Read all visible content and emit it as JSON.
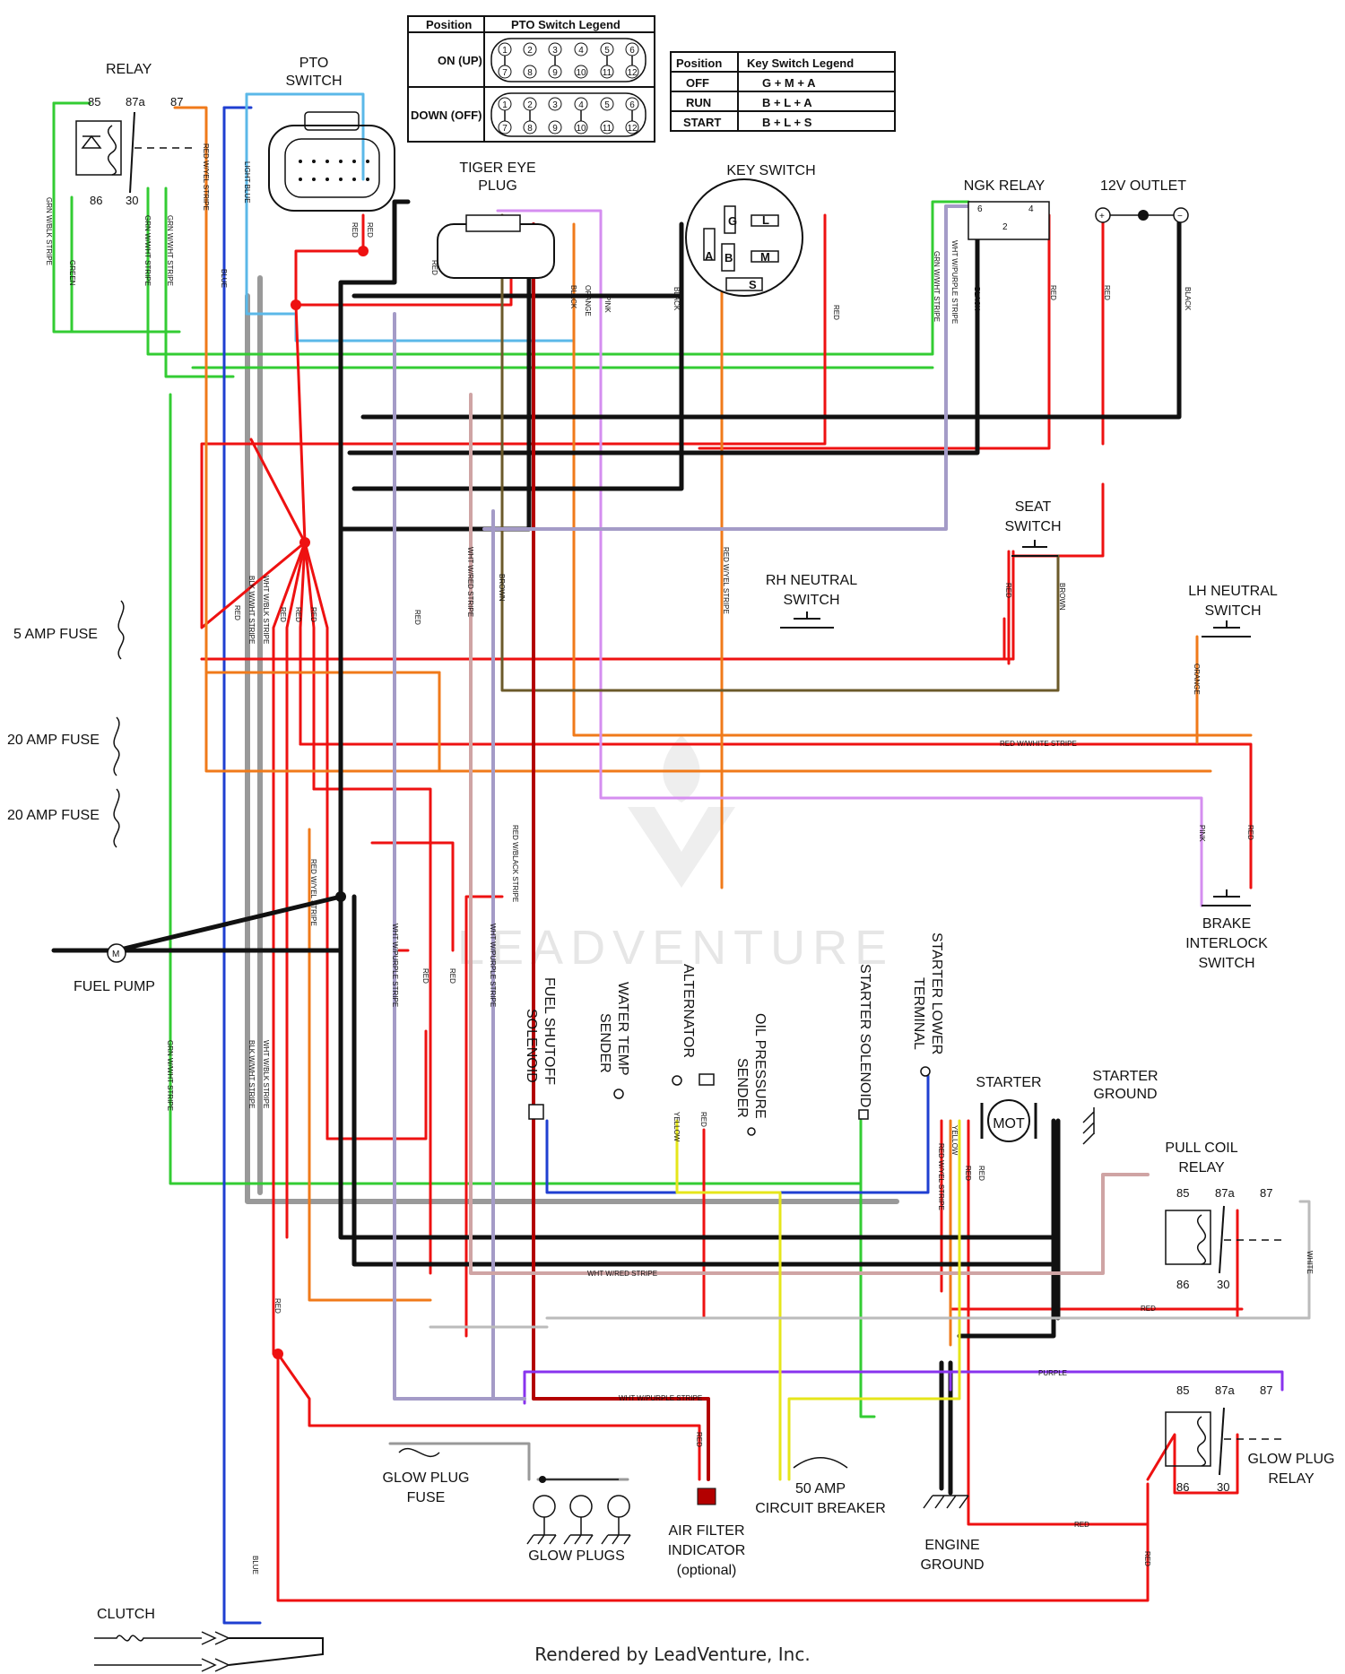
{
  "pto_legend": {
    "header": [
      "Position",
      "PTO Switch Legend"
    ],
    "rows": [
      {
        "position": "ON (UP)",
        "top": [
          "1",
          "2",
          "3",
          "4",
          "5",
          "6"
        ],
        "bottom": [
          "7",
          "8",
          "9",
          "10",
          "11",
          "12"
        ]
      },
      {
        "position": "DOWN (OFF)",
        "top": [
          "1",
          "2",
          "3",
          "4",
          "5",
          "6"
        ],
        "bottom": [
          "7",
          "8",
          "9",
          "10",
          "11",
          "12"
        ]
      }
    ]
  },
  "key_legend": {
    "header": [
      "Position",
      "Key Switch Legend"
    ],
    "rows": [
      {
        "position": "OFF",
        "value": "G + M + A"
      },
      {
        "position": "RUN",
        "value": "B + L + A"
      },
      {
        "position": "START",
        "value": "B + L + S"
      }
    ]
  },
  "components": {
    "relay": "RELAY",
    "pto_switch": [
      "PTO",
      "SWITCH"
    ],
    "tiger_eye": [
      "TIGER EYE",
      "PLUG"
    ],
    "key_switch": "KEY SWITCH",
    "ngk_relay": "NGK RELAY",
    "outlet": "12V OUTLET",
    "seat_switch": [
      "SEAT",
      "SWITCH"
    ],
    "rh_neutral": [
      "RH NEUTRAL",
      "SWITCH"
    ],
    "lh_neutral": [
      "LH NEUTRAL",
      "SWITCH"
    ],
    "brake_interlock": [
      "BRAKE",
      "INTERLOCK",
      "SWITCH"
    ],
    "fuse5": "5 AMP FUSE",
    "fuse20a": "20 AMP FUSE",
    "fuse20b": "20 AMP FUSE",
    "fuel_pump": "FUEL PUMP",
    "fuel_shutoff": [
      "FUEL SHUTOFF",
      "SOLENOID"
    ],
    "water_temp": [
      "WATER TEMP",
      "SENDER"
    ],
    "alternator": "ALTERNATOR",
    "oil_pressure": [
      "OIL PRESSURE",
      "SENDER"
    ],
    "starter_solenoid": "STARTER SOLENOID",
    "starter_lower": [
      "STARTER LOWER",
      "TERMINAL"
    ],
    "starter": "STARTER",
    "starter_ground": [
      "STARTER",
      "GROUND"
    ],
    "pull_coil": [
      "PULL COIL",
      "RELAY"
    ],
    "glow_relay": [
      "GLOW PLUG",
      "RELAY"
    ],
    "glow_fuse": [
      "GLOW PLUG",
      "FUSE"
    ],
    "glow_plugs": "GLOW PLUGS",
    "air_filter": [
      "AIR FILTER",
      "INDICATOR",
      "(optional)"
    ],
    "breaker": [
      "50 AMP",
      "CIRCUIT BREAKER"
    ],
    "engine_ground": [
      "ENGINE",
      "GROUND"
    ],
    "clutch": "CLUTCH",
    "motor": "MOT"
  },
  "relay_terms": [
    "85",
    "87a",
    "87",
    "86",
    "30"
  ],
  "key_terms": [
    "G",
    "L",
    "A",
    "B",
    "M",
    "S"
  ],
  "ngk_terms": [
    "6",
    "2",
    "4"
  ],
  "wire_labels": {
    "grn_wblk": "GRN W/BLK STRIPE",
    "green": "GREEN",
    "grn_wwht": "GRN W/WHT STRIPE",
    "red_wyel": "RED W/YEL STRIPE",
    "blue": "BLUE",
    "light_blue": "LIGHT BLUE",
    "red": "RED",
    "black": "BLACK",
    "orange": "ORANGE",
    "pink": "PINK",
    "wht_wpurple": "WHT W/PURPLE STRIPE",
    "brown": "BROWN",
    "wht_wred": "WHT W/RED STRIPE",
    "blk_wwht": "BLK W/WHT STRIPE",
    "wht_wblk": "WHT W/BLK STRIPE",
    "red_wwht": "RED W/WHITE STRIPE",
    "red_wblk": "RED W/BLACK STRIPE",
    "yellow": "YELLOW",
    "white": "WHITE",
    "purple": "PURPLE"
  },
  "watermark": "LEADVENTURE",
  "footer": "Rendered by LeadVenture, Inc.",
  "colors": {
    "green": "#33cc33",
    "blue": "#1f3fd1",
    "light_blue": "#5bb8e8",
    "red": "#ee1111",
    "orange": "#f07a1a",
    "pink": "#d58ef0",
    "black": "#111111",
    "brown": "#6b5a2a",
    "purple": "#8833ee",
    "yellow": "#e6e61a",
    "dark_red": "#b30000",
    "gray": "#999999"
  }
}
